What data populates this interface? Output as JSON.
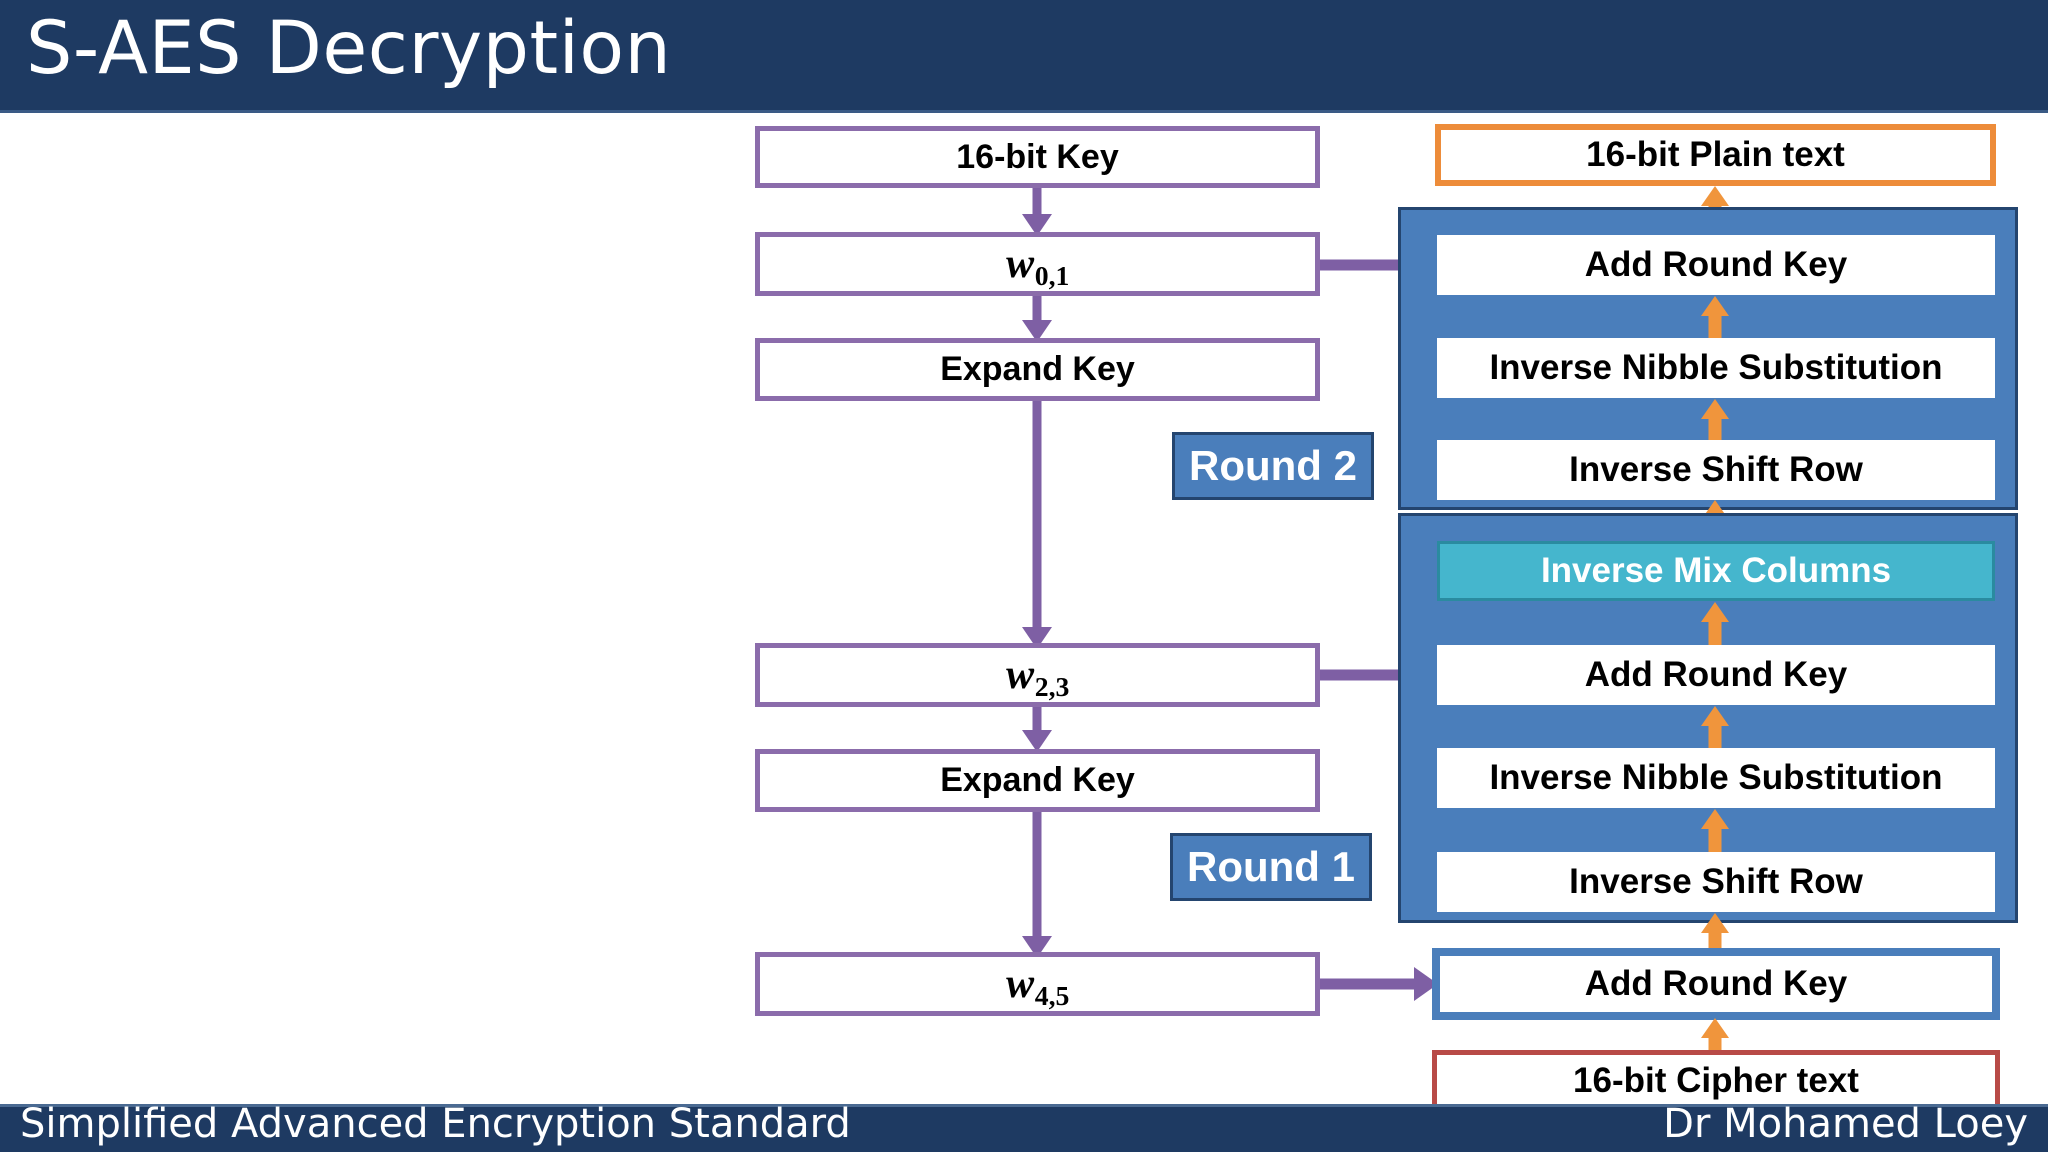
{
  "slide": {
    "title": "S-AES Decryption",
    "footer_left": "Simplified Advanced Encryption Standard",
    "footer_right": "Dr Mohamed Loey"
  },
  "colors": {
    "title_bar": "#1e3a62",
    "key_box_border": "#8b6cab",
    "purple_arrow": "#7e5fa4",
    "round_panel": "#4a7ebb",
    "round_panel_border": "#24456f",
    "orange_arrow": "#f0953c",
    "plain_text_border": "#ed8c3a",
    "cipher_text_border": "#b84a47",
    "mix_columns_fill": "#45b6cd"
  },
  "key_schedule": {
    "boxes": [
      {
        "id": "key16",
        "label": "16-bit Key"
      },
      {
        "id": "w01",
        "label": "w",
        "sub": "0,1"
      },
      {
        "id": "expand1",
        "label": "Expand Key"
      },
      {
        "id": "w23",
        "label": "w",
        "sub": "2,3"
      },
      {
        "id": "expand2",
        "label": "Expand Key"
      },
      {
        "id": "w45",
        "label": "w",
        "sub": "4,5"
      }
    ]
  },
  "datapath": {
    "plain_text": "16-bit Plain text",
    "cipher_text": "16-bit Cipher text",
    "final_add_round_key": "Add Round Key",
    "rounds": [
      {
        "label": "Round 2",
        "steps": [
          "Add Round Key",
          "Inverse Nibble Substitution",
          "Inverse Shift Row"
        ]
      },
      {
        "label": "Round 1",
        "steps": [
          "Inverse  Mix Columns",
          "Add Round Key",
          "Inverse Nibble Substitution",
          "Inverse Shift Row"
        ]
      }
    ]
  }
}
